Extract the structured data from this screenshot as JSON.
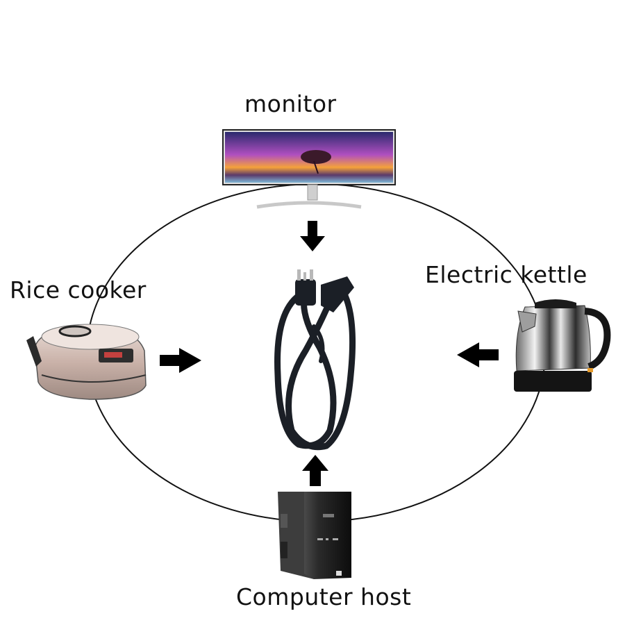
{
  "diagram": {
    "title": "Power cord compatible devices",
    "center": {
      "name": "power-cord",
      "description": "Black 3-prong AC power cable (NEMA 5-15P to IEC C13)"
    },
    "devices": [
      {
        "id": "monitor",
        "label": "monitor",
        "position": "top",
        "arrow": "down"
      },
      {
        "id": "rice-cooker",
        "label": "Rice cooker",
        "position": "left",
        "arrow": "right"
      },
      {
        "id": "electric-kettle",
        "label": "Electric kettle",
        "position": "right",
        "arrow": "left"
      },
      {
        "id": "computer-host",
        "label": "Computer host",
        "position": "bottom",
        "arrow": "up"
      }
    ],
    "colors": {
      "line": "#111111",
      "arrow": "#000000",
      "cord": "#1b1f26",
      "background": "#ffffff"
    }
  }
}
